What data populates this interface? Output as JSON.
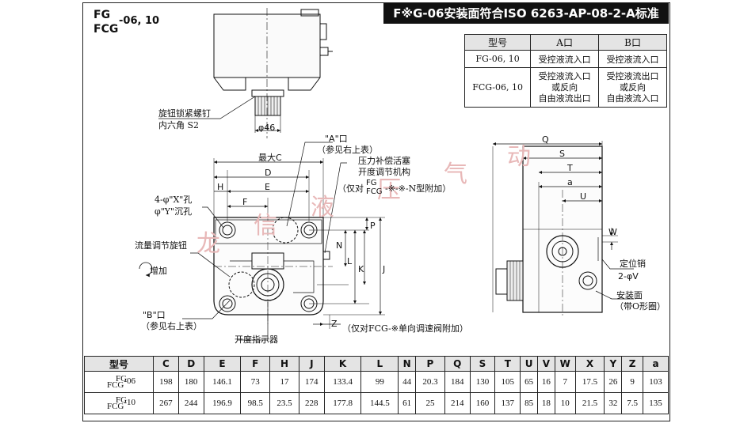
{
  "title": {
    "line1": "FG",
    "line2": "FCG",
    "size": "-06, 10"
  },
  "header_banner": "F※G-06安装面符合ISO 6263-AP-08-2-A标准",
  "port_table": {
    "headers": [
      "型号",
      "A口",
      "B口"
    ],
    "rows": [
      {
        "model": "FG-06, 10",
        "a": [
          "受控液流入口"
        ],
        "b": [
          "受控液流入口"
        ]
      },
      {
        "model": "FCG-06, 10",
        "a": [
          "受控液流入口",
          "或反向",
          "自由液流出口"
        ],
        "b": [
          "受控液流出口",
          "或反向",
          "自由液流入口"
        ]
      }
    ]
  },
  "annotations": {
    "lock_screw": "旋钮锁紧螺钉",
    "hex_s2": "内六角 S2",
    "phi46": "φ46",
    "max_c": "最大C",
    "d": "D",
    "e": "E",
    "f": "F",
    "h": "H",
    "x_hole": "4-φ\"X\"孔",
    "y_counterbore": "φ\"Y\"沉孔",
    "flow_knob": "流量调节旋钮",
    "increase": "增加",
    "b_port": "\"B\"口",
    "b_port_note": "（参见右上表）",
    "a_port": "\"A\"口",
    "a_port_note": "（参见右上表）",
    "pressure_comp": "压力补偿活塞",
    "opening_mech": "开度调节机构",
    "only_for_prefix": "（仅对",
    "fg_label": "FG",
    "fcg_label": "FCG",
    "mech_suffix": "-※-※-N型附加）",
    "p": "P",
    "n": "N",
    "l": "L",
    "k": "K",
    "j": "J",
    "z": "Z",
    "z_note": "（仅对FCG-※单向调速阀附加）",
    "indicator": "开度指示器",
    "q": "Q",
    "s": "S",
    "t": "T",
    "a": "a",
    "u": "U",
    "w": "W",
    "locating_pin": "定位销",
    "pin_spec": "2-φV",
    "mount_surface": "安装面",
    "o_ring": "（带O形圈）"
  },
  "watermark": [
    "龙",
    "信",
    "液",
    "压",
    "气",
    "动"
  ],
  "dimension_table": {
    "headers": [
      "型号",
      "C",
      "D",
      "E",
      "F",
      "H",
      "J",
      "K",
      "L",
      "N",
      "P",
      "Q",
      "S",
      "T",
      "U",
      "V",
      "W",
      "X",
      "Y",
      "Z",
      "a"
    ],
    "rows": [
      {
        "model_top": "FG",
        "model_bottom": "FCG",
        "size": "-06",
        "values": [
          "198",
          "180",
          "146.1",
          "73",
          "17",
          "174",
          "133.4",
          "99",
          "44",
          "20.3",
          "184",
          "130",
          "105",
          "65",
          "16",
          "7",
          "17.5",
          "26",
          "9",
          "103"
        ]
      },
      {
        "model_top": "FG",
        "model_bottom": "FCG",
        "size": "-10",
        "values": [
          "267",
          "244",
          "196.9",
          "98.5",
          "23.5",
          "228",
          "177.8",
          "144.5",
          "61",
          "25",
          "214",
          "160",
          "137",
          "85",
          "18",
          "10",
          "21.5",
          "32",
          "7.5",
          "135"
        ]
      }
    ]
  }
}
